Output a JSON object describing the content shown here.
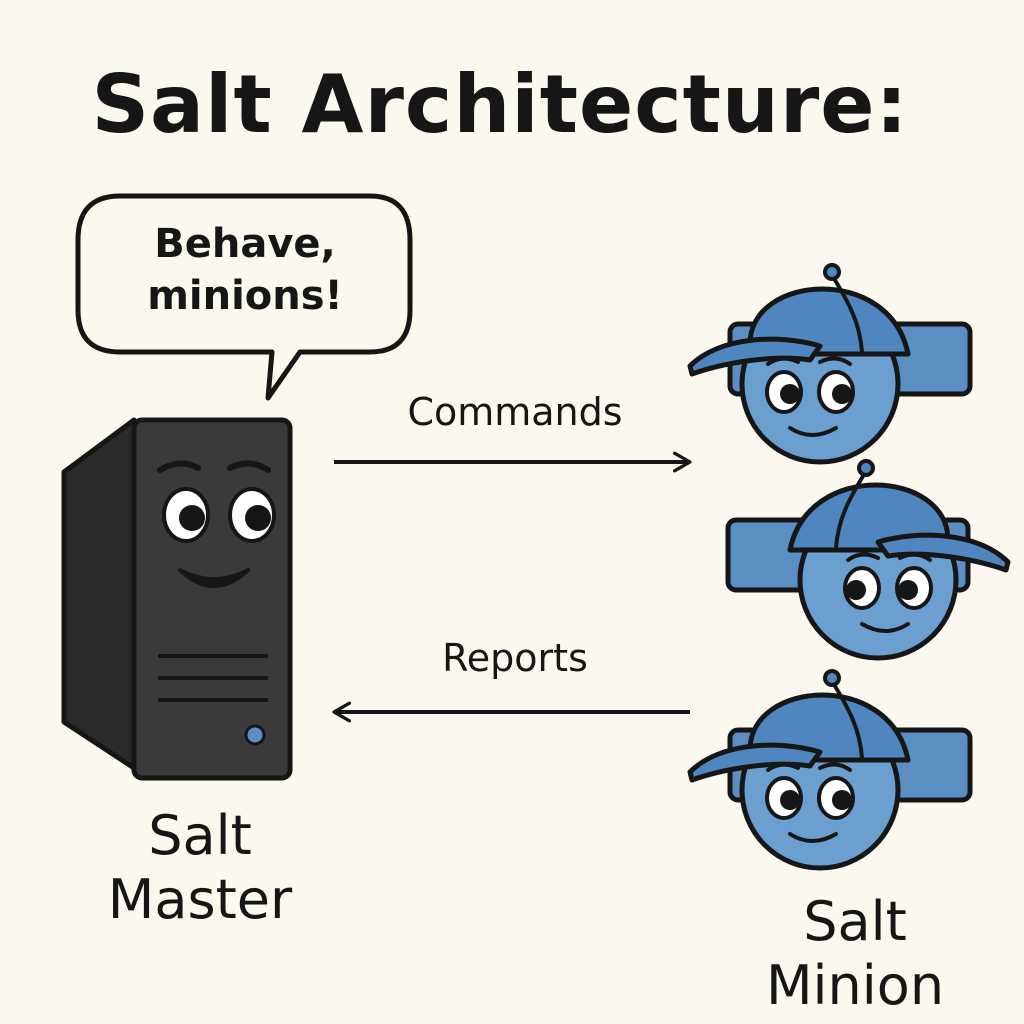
{
  "title": "Salt Architecture:",
  "speech_bubble": "Behave, minions!",
  "arrows": {
    "commands": "Commands",
    "reports": "Reports"
  },
  "master": {
    "label": "Salt Master",
    "icon": "server-tower-icon"
  },
  "minions": {
    "label": "Salt Minion",
    "count": 3,
    "icon": "minion-cap-face-icon"
  },
  "colors": {
    "background": "#fbf8ef",
    "server": "#3a3a3a",
    "minion": "#5b8fc4",
    "cap": "#4f86bf",
    "ink": "#161616"
  }
}
